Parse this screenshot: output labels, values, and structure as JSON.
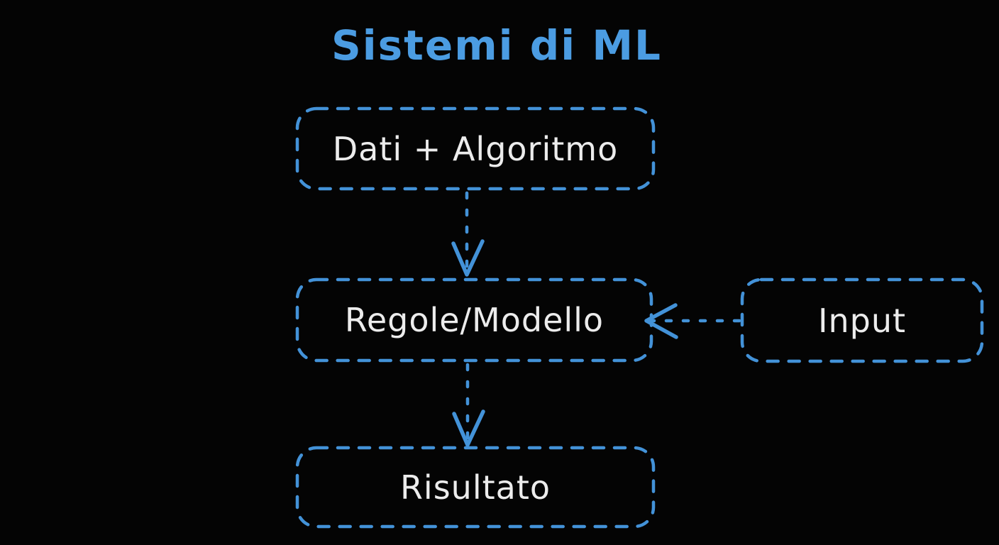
{
  "title": "Sistemi di ML",
  "colors": {
    "background": "#040404",
    "accent": "#4392d8",
    "title": "#4b9ce2",
    "text": "#ececec"
  },
  "nodes": [
    {
      "id": "dati-algoritmo",
      "label": "Dati + Algoritmo"
    },
    {
      "id": "regole-modello",
      "label": "Regole/Modello"
    },
    {
      "id": "input",
      "label": "Input"
    },
    {
      "id": "risultato",
      "label": "Risultato"
    }
  ],
  "edges": [
    {
      "from": "dati-algoritmo",
      "to": "regole-modello",
      "style": "dashed",
      "direction": "down"
    },
    {
      "from": "regole-modello",
      "to": "risultato",
      "style": "dashed",
      "direction": "down"
    },
    {
      "from": "input",
      "to": "regole-modello",
      "style": "dashed",
      "direction": "left"
    }
  ]
}
